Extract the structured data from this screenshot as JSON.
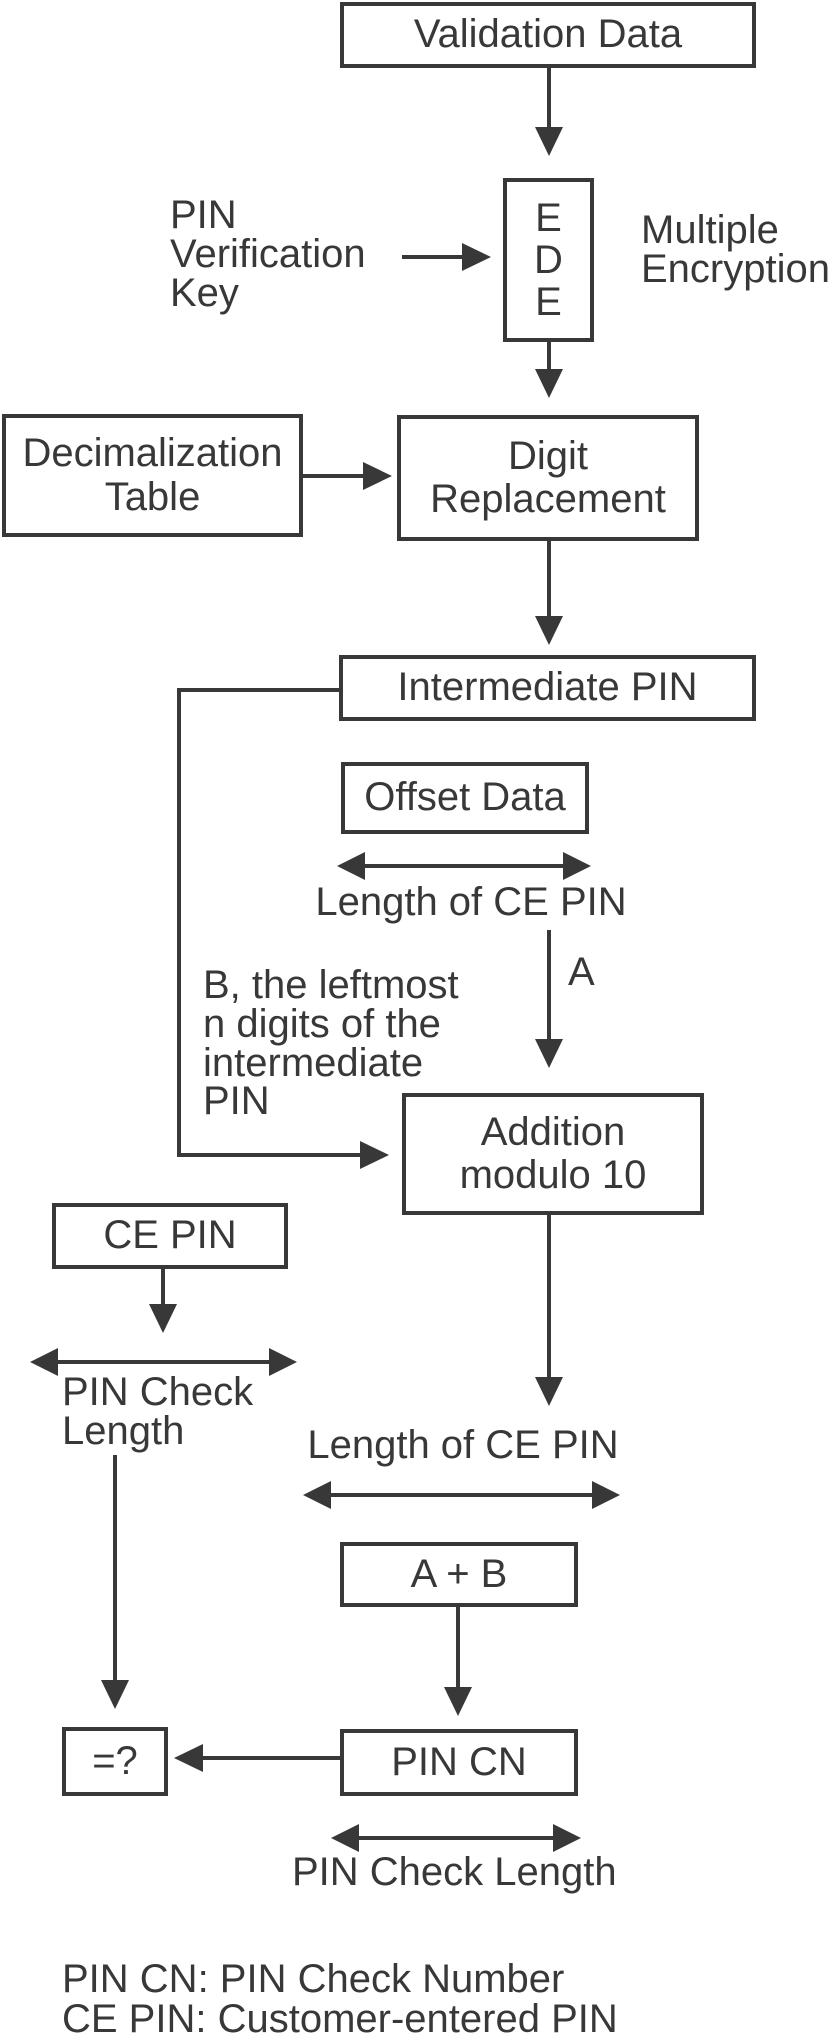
{
  "palette": {
    "ink": "#383838",
    "background": "#ffffff"
  },
  "nodes": {
    "validation_data": {
      "label": "Validation Data"
    },
    "ede": {
      "lines": [
        "E",
        "D",
        "E"
      ]
    },
    "decimalization_table": {
      "lines": [
        "Decimalization",
        "Table"
      ]
    },
    "digit_replacement": {
      "lines": [
        "Digit",
        "Replacement"
      ]
    },
    "intermediate_pin": {
      "label": "Intermediate PIN"
    },
    "offset_data": {
      "label": "Offset Data"
    },
    "addition_modulo_10": {
      "lines": [
        "Addition",
        "modulo 10"
      ]
    },
    "ce_pin": {
      "label": "CE PIN"
    },
    "a_plus_b": {
      "label": "A + B"
    },
    "pin_cn": {
      "label": "PIN CN"
    },
    "comparison": {
      "label": "=?"
    }
  },
  "annotations": {
    "pin_verification_key": {
      "lines": [
        "PIN",
        "Verification",
        "Key"
      ]
    },
    "multiple_encryption": {
      "lines": [
        "Multiple",
        "Encryption"
      ]
    },
    "length_of_ce_pin_upper": {
      "label": "Length of CE PIN"
    },
    "a_label": {
      "label": "A"
    },
    "b_label": {
      "lines": [
        "B, the leftmost",
        "n digits of the",
        "intermediate",
        "PIN"
      ]
    },
    "pin_check_length_left": {
      "lines": [
        "PIN Check",
        "Length"
      ]
    },
    "length_of_ce_pin_lower": {
      "label": "Length of CE PIN"
    },
    "pin_check_length_bottom": {
      "label": "PIN Check Length"
    }
  },
  "legend": {
    "lines": [
      "PIN CN: PIN Check Number",
      "CE PIN: Customer-entered PIN"
    ]
  }
}
